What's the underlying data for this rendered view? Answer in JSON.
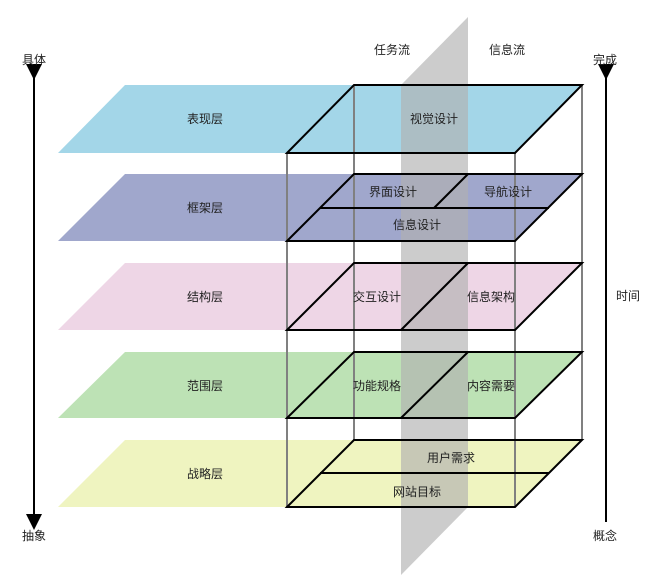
{
  "axes": {
    "left_top": "具体",
    "left_bottom": "抽象",
    "right_top": "完成",
    "right_bottom": "概念",
    "right_middle": "时间"
  },
  "flows": {
    "left": "任务流",
    "right": "信息流"
  },
  "layers": [
    {
      "name": "表现层",
      "color": "#a3d6e8",
      "cells": [
        "视觉设计"
      ]
    },
    {
      "name": "框架层",
      "color": "#a0a7cc",
      "cells": [
        "界面设计",
        "导航设计",
        "信息设计"
      ]
    },
    {
      "name": "结构层",
      "color": "#eed6e6",
      "cells": [
        "交互设计",
        "信息架构"
      ]
    },
    {
      "name": "范围层",
      "color": "#bde2b5",
      "cells": [
        "功能规格",
        "内容需要"
      ]
    },
    {
      "name": "战略层",
      "color": "#eff4c0",
      "cells": [
        "用户需求",
        "网站目标"
      ]
    }
  ],
  "colors": {
    "plane": "#c8c8c8",
    "box_edge": "#808080",
    "outline": "#000000"
  }
}
